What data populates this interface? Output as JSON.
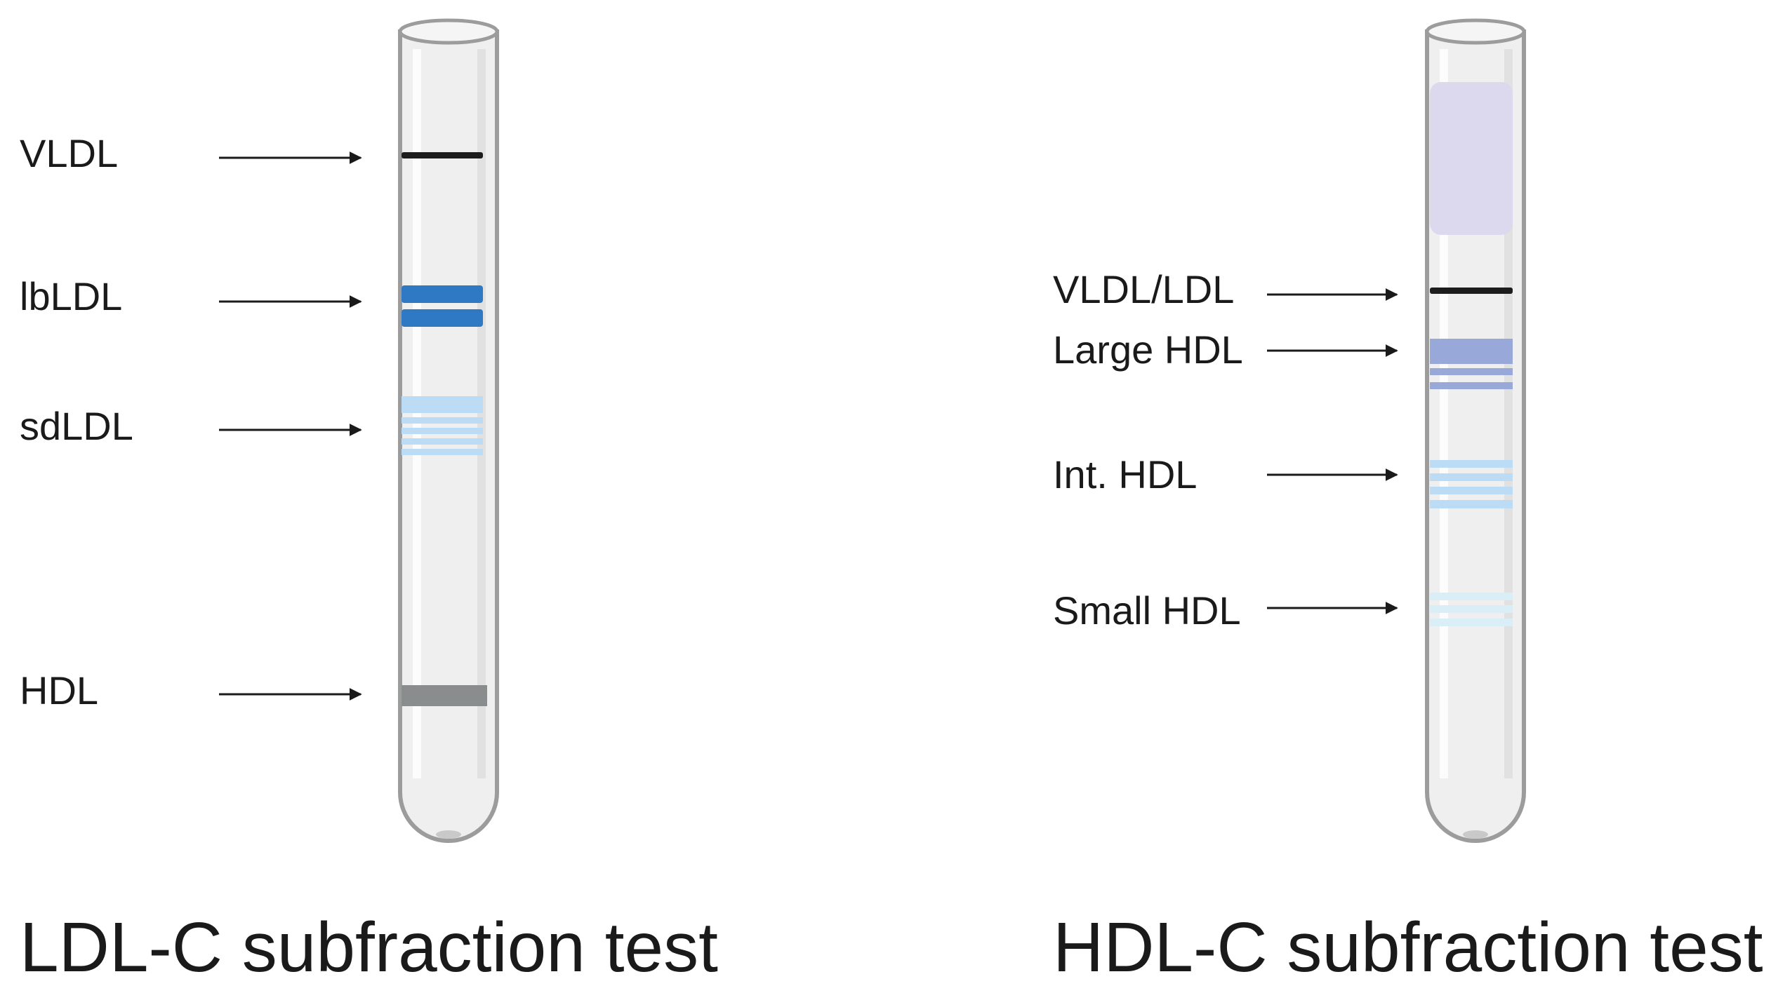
{
  "panels": [
    {
      "caption": "LDL-C subfraction test",
      "labels": [
        "VLDL",
        "lbLDL",
        "sdLDL",
        "HDL"
      ]
    },
    {
      "caption": "HDL-C subfraction test",
      "labels": [
        "VLDL/LDL",
        "Large HDL",
        "Int. HDL",
        "Small HDL"
      ]
    }
  ],
  "colors": {
    "dark_band": "#1c1c1c",
    "lb_ldl_band": "#2f78c4",
    "sd_ldl_band": "#bcdcf5",
    "hdl_band": "#8a8d8e",
    "top_layer": "#dcd9ee",
    "large_hdl_band": "#98a8d8",
    "int_hdl_band": "#bcdcf5",
    "small_hdl_band": "#d9eef6",
    "tube_fill": "#efefef",
    "tube_outline": "#9c9c9c"
  }
}
